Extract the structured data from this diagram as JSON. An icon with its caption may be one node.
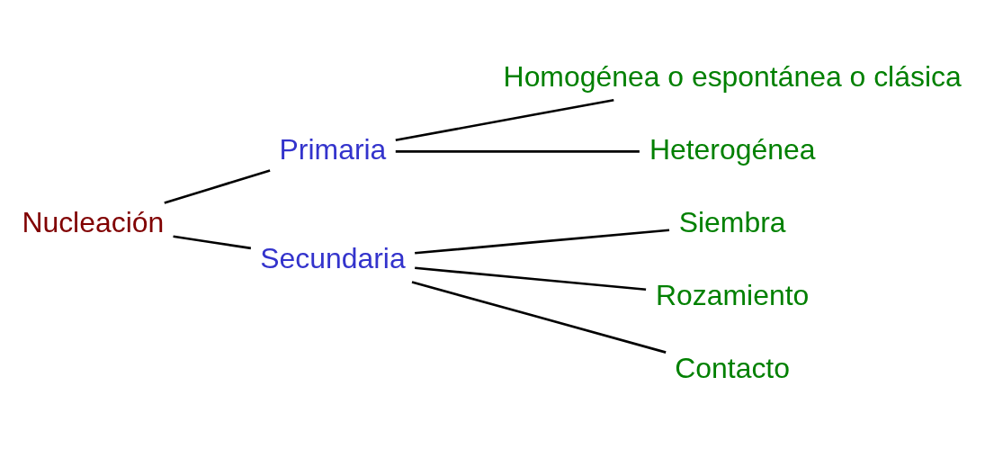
{
  "diagram": {
    "nodes": [
      {
        "text": [
          "Nucleación"
        ]
      },
      {
        "text": [
          "Primaria"
        ]
      },
      {
        "text": [
          "Secundaria"
        ]
      },
      {
        "text": [
          "Homogénea o espontánea o clásica"
        ]
      },
      {
        "text": [
          "Heterogénea"
        ]
      },
      {
        "text": [
          "Siembra"
        ]
      },
      {
        "text": [
          "Rozamiento"
        ]
      },
      {
        "text": [
          "Contacto"
        ]
      }
    ],
    "edges": [
      {
        "from": 0,
        "to": 1,
        "arrow": "none"
      },
      {
        "from": 0,
        "to": 2,
        "arrow": "none"
      },
      {
        "from": 1,
        "to": 3,
        "arrow": "none"
      },
      {
        "from": 1,
        "to": 4,
        "arrow": "none"
      },
      {
        "from": 2,
        "to": 5,
        "arrow": "none"
      },
      {
        "from": 2,
        "to": 6,
        "arrow": "none"
      },
      {
        "from": 2,
        "to": 7,
        "arrow": "none"
      }
    ]
  }
}
